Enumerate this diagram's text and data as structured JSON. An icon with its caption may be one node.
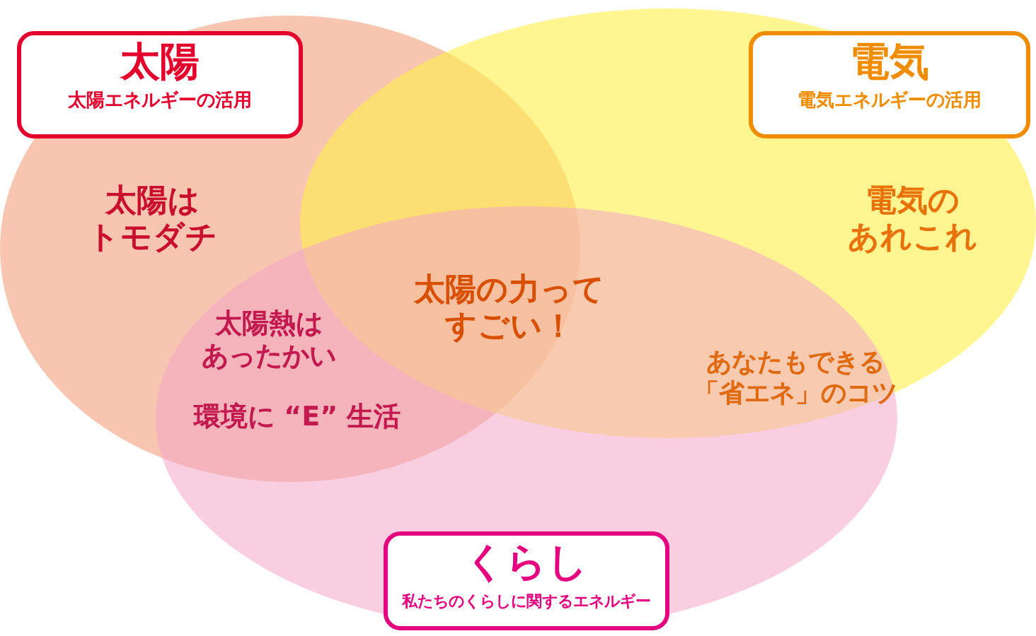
{
  "diagram": {
    "nodes": [
      {
        "text": [
          "太陽",
          "太陽エネルギーの活用"
        ]
      },
      {
        "text": [
          "電気",
          "電気エネルギーの活用"
        ]
      },
      {
        "text": [
          "くらし",
          "私たちのくらしに関するエネルギー"
        ]
      }
    ],
    "edges": [],
    "labels": [
      "太陽はトモダチ",
      "電気のあれこれ",
      "太陽の力ってすごい！",
      "太陽熱はあったかい",
      "あなたもできる「省エネ」のコツ",
      "環境に “E” 生活"
    ]
  }
}
